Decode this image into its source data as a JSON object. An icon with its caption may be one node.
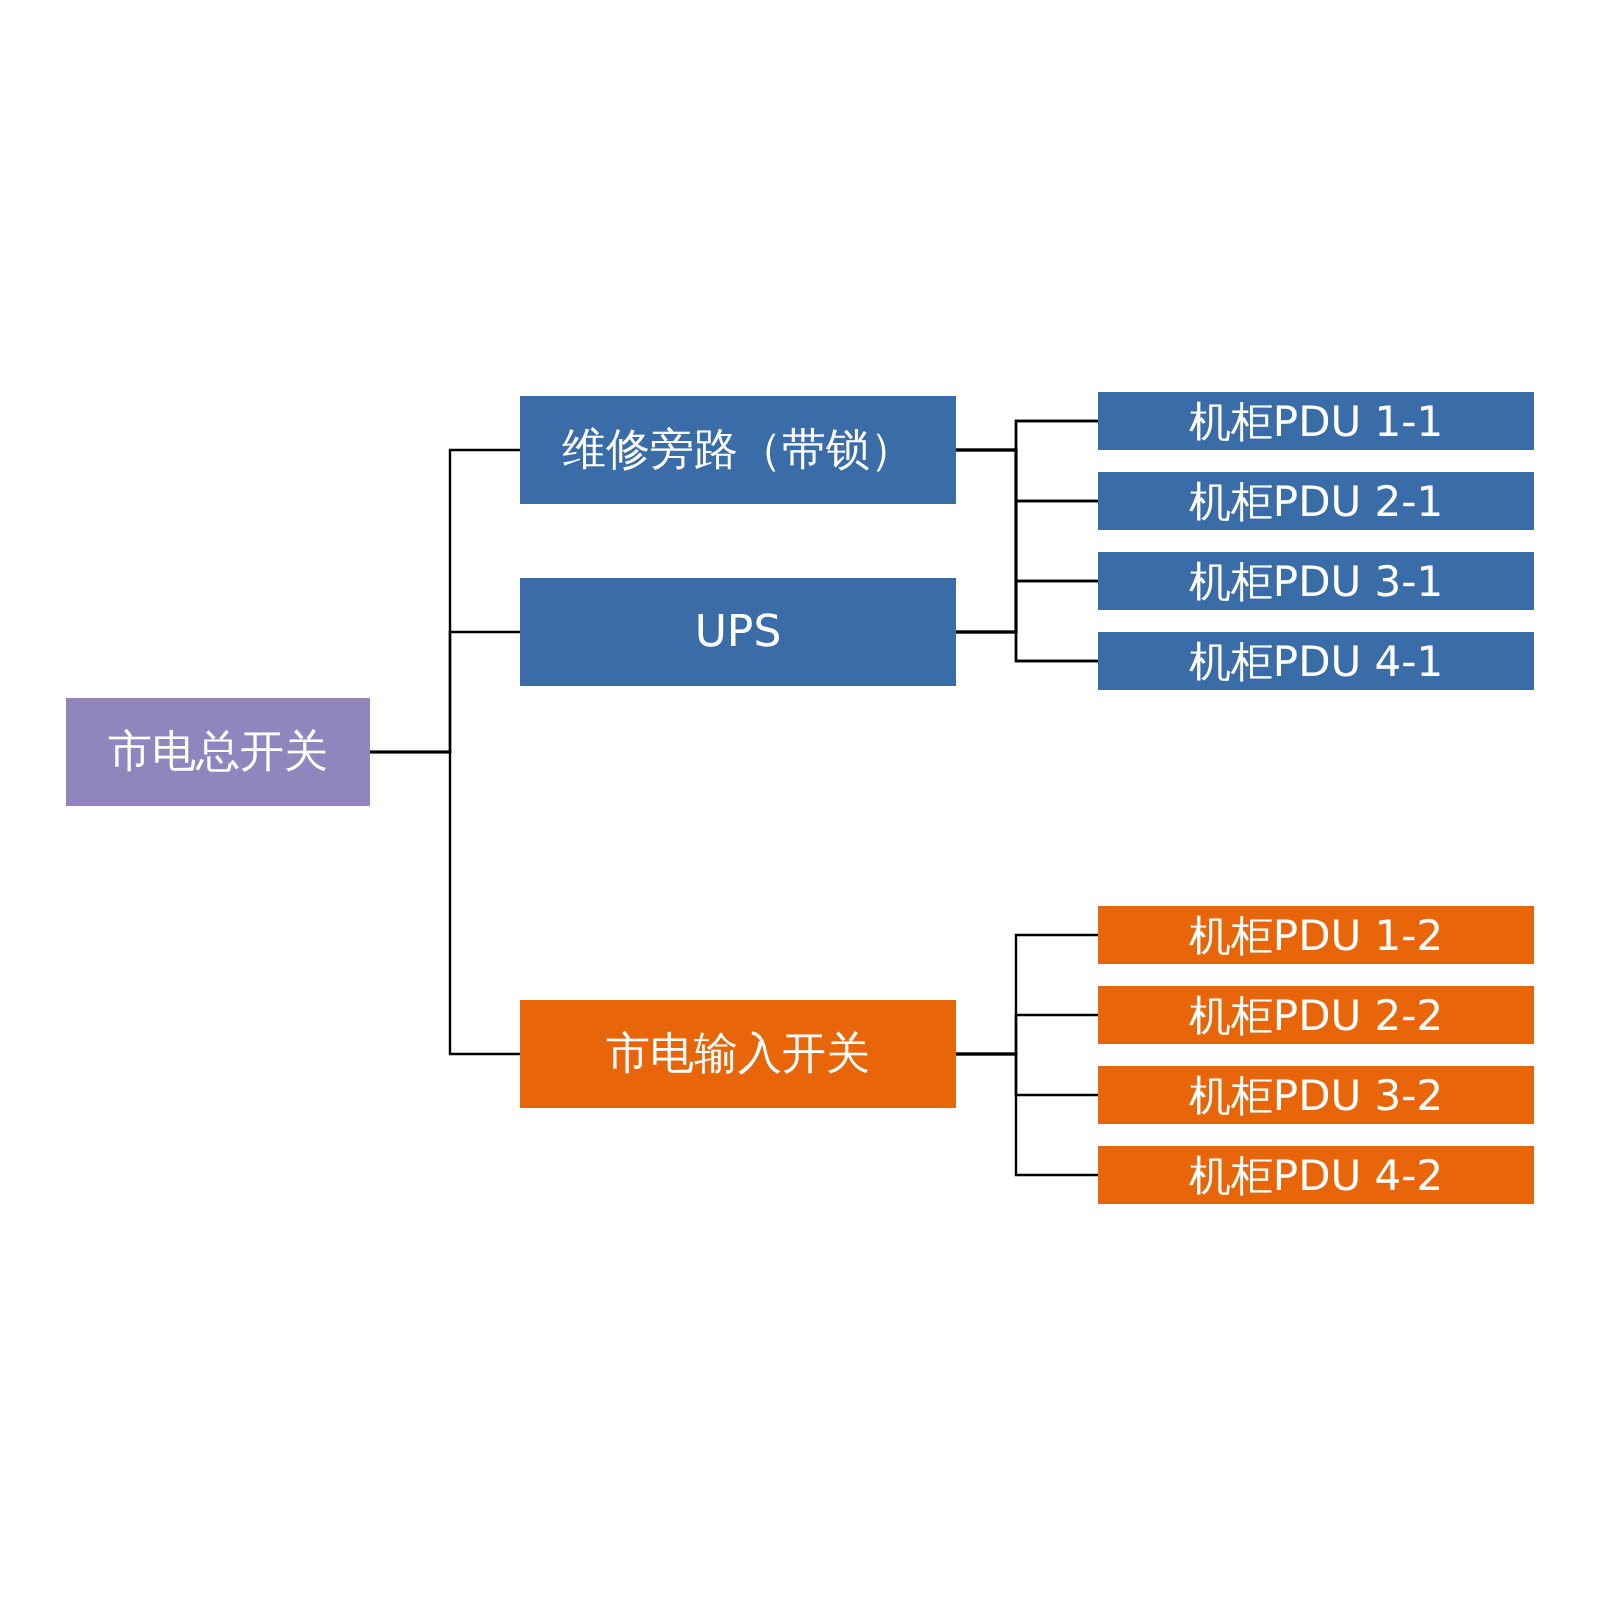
{
  "diagram": {
    "nodes": [
      {
        "text": [
          "市电总开关"
        ]
      },
      {
        "text": [
          "维修旁路（带锁）"
        ]
      },
      {
        "text": [
          "UPS"
        ]
      },
      {
        "text": [
          "市电输入开关"
        ]
      },
      {
        "text": [
          "机柜PDU 1-1"
        ]
      },
      {
        "text": [
          "机柜PDU 2-1"
        ]
      },
      {
        "text": [
          "机柜PDU 3-1"
        ]
      },
      {
        "text": [
          "机柜PDU 4-1"
        ]
      },
      {
        "text": [
          "机柜PDU 1-2"
        ]
      },
      {
        "text": [
          "机柜PDU 2-2"
        ]
      },
      {
        "text": [
          "机柜PDU 3-2"
        ]
      },
      {
        "text": [
          "机柜PDU 4-2"
        ]
      }
    ],
    "edges": [
      {
        "from": 0,
        "to": 1,
        "arrow": "none"
      },
      {
        "from": 0,
        "to": 2,
        "arrow": "none"
      },
      {
        "from": 0,
        "to": 3,
        "arrow": "none"
      },
      {
        "from": 1,
        "to": 4,
        "arrow": "none"
      },
      {
        "from": 1,
        "to": 5,
        "arrow": "none"
      },
      {
        "from": 1,
        "to": 6,
        "arrow": "none"
      },
      {
        "from": 1,
        "to": 7,
        "arrow": "none"
      },
      {
        "from": 2,
        "to": 4,
        "arrow": "none"
      },
      {
        "from": 2,
        "to": 5,
        "arrow": "none"
      },
      {
        "from": 2,
        "to": 6,
        "arrow": "none"
      },
      {
        "from": 2,
        "to": 7,
        "arrow": "none"
      },
      {
        "from": 3,
        "to": 8,
        "arrow": "none"
      },
      {
        "from": 3,
        "to": 9,
        "arrow": "none"
      },
      {
        "from": 3,
        "to": 10,
        "arrow": "none"
      },
      {
        "from": 3,
        "to": 11,
        "arrow": "none"
      }
    ]
  }
}
